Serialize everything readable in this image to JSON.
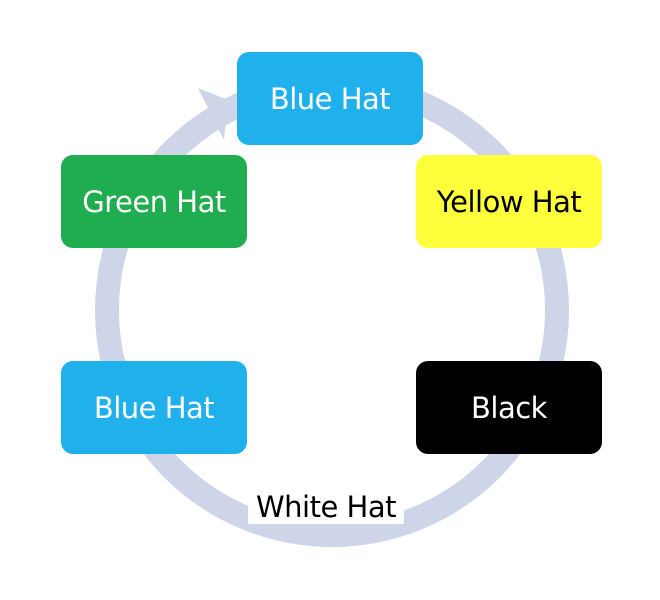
{
  "diagram": {
    "type": "cycle",
    "ring_color": "#cfd5e8",
    "nodes": [
      {
        "label": "Blue Hat",
        "fill": "#20b0ec",
        "text_color": "#ffffff"
      },
      {
        "label": "Yellow Hat",
        "fill": "#ffff3c",
        "text_color": "#000000"
      },
      {
        "label": "Black",
        "fill": "#000000",
        "text_color": "#ffffff"
      },
      {
        "label": "White Hat",
        "fill": "#ffffff",
        "text_color": "#000000"
      },
      {
        "label": "Blue Hat",
        "fill": "#20b0ec",
        "text_color": "#ffffff"
      },
      {
        "label": "Green Hat",
        "fill": "#1fad50",
        "text_color": "#ffffff"
      }
    ]
  }
}
